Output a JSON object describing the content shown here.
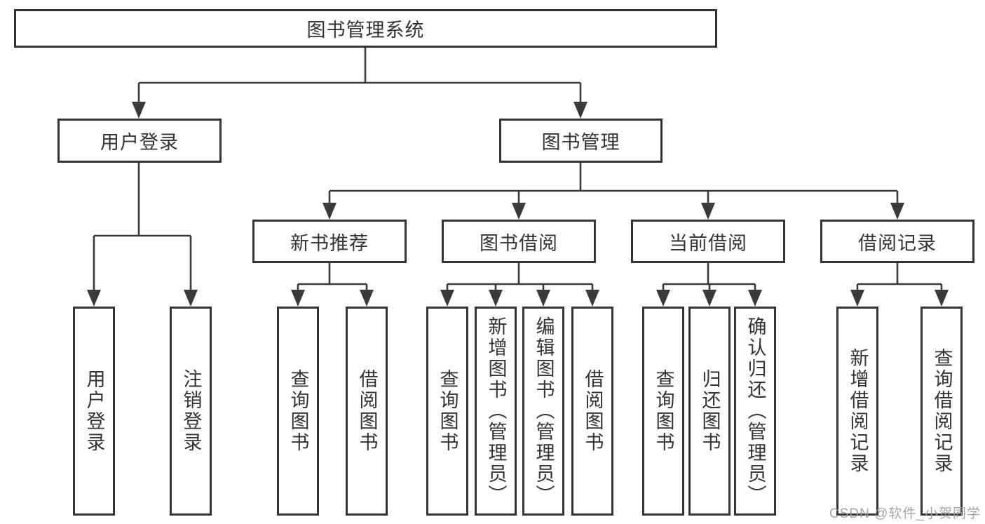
{
  "diagram": {
    "title": "图书管理系统",
    "root": {
      "label": "图书管理系统"
    },
    "level2": [
      {
        "label": "用户登录"
      },
      {
        "label": "图书管理"
      }
    ],
    "level3": [
      {
        "label": "新书推荐"
      },
      {
        "label": "图书借阅"
      },
      {
        "label": "当前借阅"
      },
      {
        "label": "借阅记录"
      }
    ],
    "leaves": {
      "user_login": [
        "用户登录",
        "注销登录"
      ],
      "new_book_recommend": [
        "查询图书",
        "借阅图书"
      ],
      "book_borrow": [
        "查询图书",
        "新增图书（管理员）",
        "编辑图书（管理员）",
        "借阅图书"
      ],
      "current_borrow": [
        "查询图书",
        "归还图书",
        "确认归还（管理员）"
      ],
      "borrow_records": [
        "新增借阅记录",
        "查询借阅记录"
      ]
    }
  },
  "watermark": "CSDN @软件_小贺同学",
  "colors": {
    "line": "#3a3a3a",
    "border": "#353535",
    "text": "#333333",
    "watermark": "#989898",
    "background": "#ffffff"
  }
}
